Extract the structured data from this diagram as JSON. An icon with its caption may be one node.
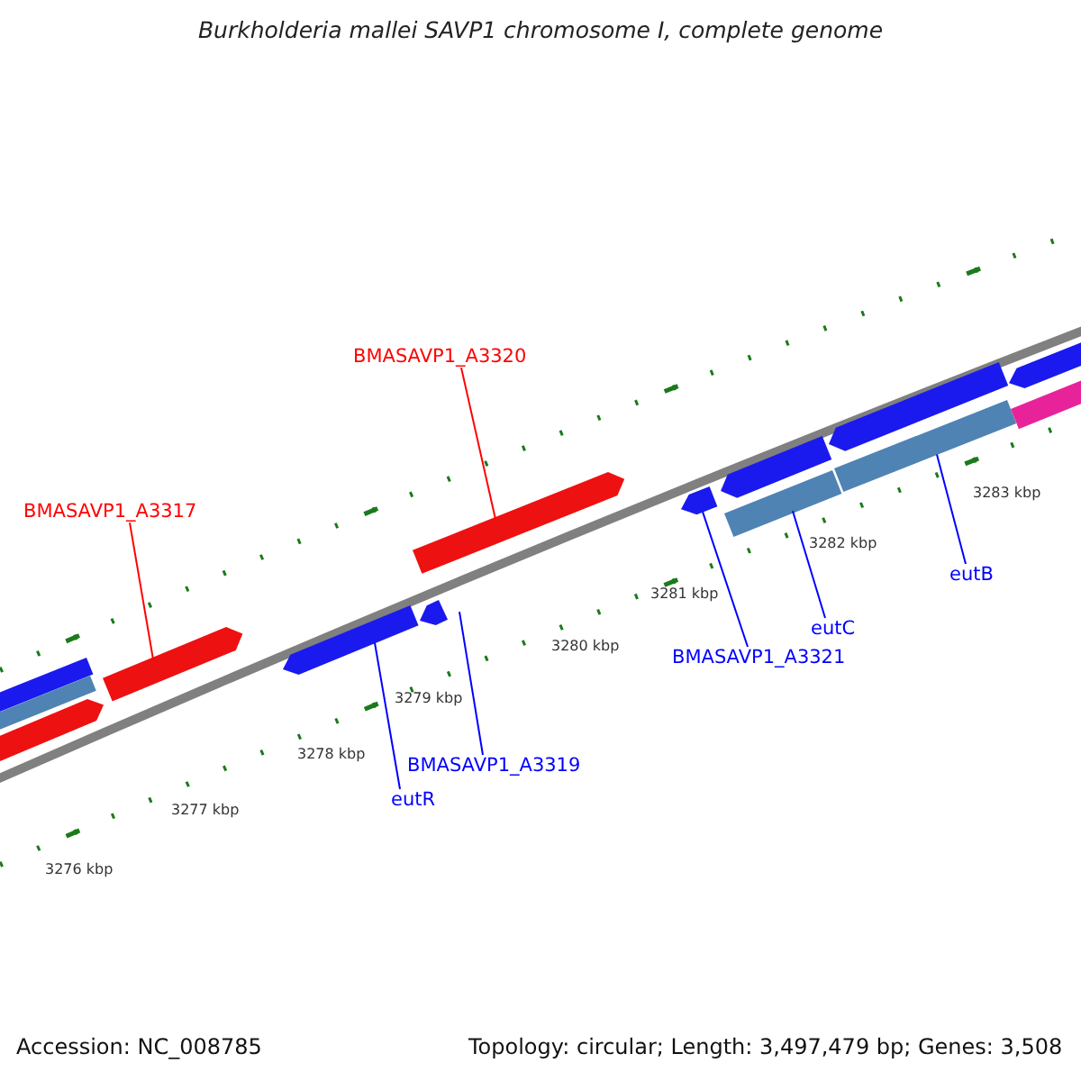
{
  "diagram": {
    "title": "Burkholderia mallei SAVP1 chromosome I, complete genome",
    "nodes": [
      {
        "text": [
          "BMASAVP1_A3320"
        ]
      },
      {
        "text": [
          "BMASAVP1_A3317"
        ]
      },
      {
        "text": [
          "BMASAVP1_A3319"
        ]
      },
      {
        "text": [
          "eutR"
        ]
      },
      {
        "text": [
          "BMASAVP1_A3321"
        ]
      },
      {
        "text": [
          "eutC"
        ]
      },
      {
        "text": [
          "eutB"
        ]
      },
      {
        "text": [],
        "shape": "pentagon"
      },
      {
        "text": [],
        "shape": "bar"
      },
      {
        "text": [],
        "shape": "pentagon"
      },
      {
        "text": [],
        "shape": "pentagon"
      },
      {
        "text": [],
        "shape": "pentagon"
      },
      {
        "text": [],
        "shape": "pentagon"
      },
      {
        "text": [],
        "shape": "pentagon"
      },
      {
        "text": [],
        "shape": "pentagon"
      },
      {
        "text": [],
        "shape": "pentagon"
      },
      {
        "text": [],
        "shape": "bar"
      },
      {
        "text": [],
        "shape": "pentagon"
      },
      {
        "text": [],
        "shape": "bar"
      },
      {
        "text": [],
        "shape": "pentagon"
      },
      {
        "text": [],
        "shape": "bar"
      }
    ],
    "edges": [
      {
        "from": 0,
        "to": 12,
        "arrow": "none",
        "color": "#ff0000"
      },
      {
        "from": 1,
        "to": 10,
        "arrow": "none",
        "color": "#ff0000"
      },
      {
        "from": 2,
        "to": 13,
        "arrow": "none"
      },
      {
        "from": 3,
        "to": 11,
        "arrow": "none"
      },
      {
        "from": 4,
        "to": 14,
        "arrow": "none"
      },
      {
        "from": 5,
        "to": 16,
        "arrow": "none"
      },
      {
        "from": 6,
        "to": 18,
        "arrow": "none"
      }
    ],
    "labels": [
      "3283 kbp",
      "3282 kbp",
      "3281 kbp",
      "3280 kbp",
      "3279 kbp",
      "3278 kbp",
      "3277 kbp",
      "3276 kbp",
      "Accession: NC_008785",
      "Topology: circular; Length: 3,497,479 bp; Genes: 3,508"
    ]
  }
}
